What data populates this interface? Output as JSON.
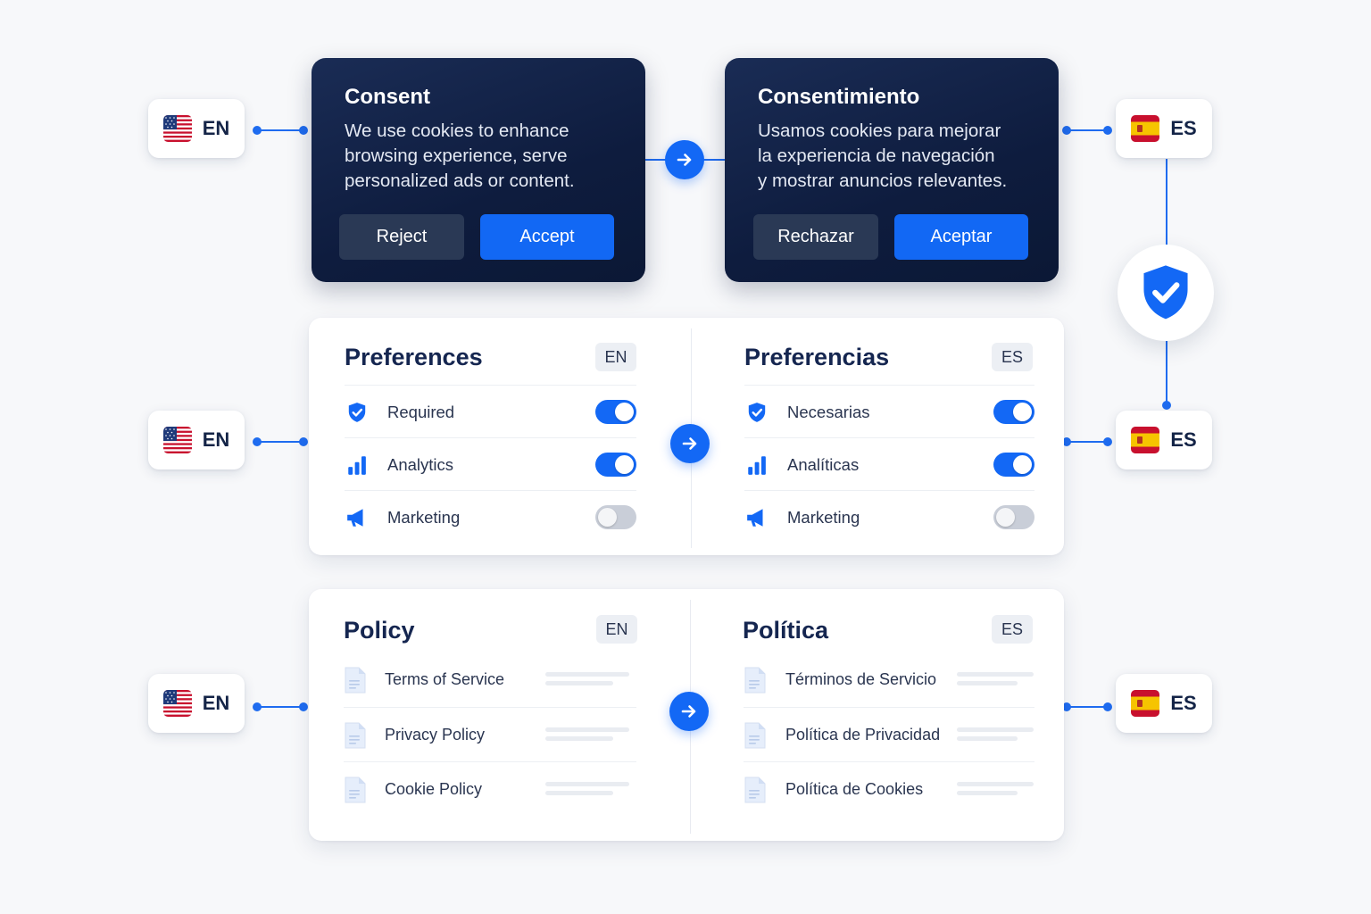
{
  "languages": {
    "en": "EN",
    "es": "ES"
  },
  "consent": {
    "en": {
      "title": "Consent",
      "lines": [
        "We use cookies to enhance",
        "browsing experience, serve",
        "personalized ads or content."
      ],
      "reject": "Reject",
      "accept": "Accept"
    },
    "es": {
      "title": "Consentimiento",
      "lines": [
        "Usamos cookies para mejorar",
        "la experiencia de navegación",
        "y mostrar anuncios relevantes."
      ],
      "reject": "Rechazar",
      "accept": "Aceptar"
    }
  },
  "preferences": {
    "en": {
      "title": "Preferences",
      "tag": "EN",
      "items": [
        {
          "label": "Required",
          "icon": "shield-check-icon",
          "enabled": true
        },
        {
          "label": "Analytics",
          "icon": "bar-chart-icon",
          "enabled": true
        },
        {
          "label": "Marketing",
          "icon": "megaphone-icon",
          "enabled": false
        }
      ]
    },
    "es": {
      "title": "Preferencias",
      "tag": "ES",
      "items": [
        {
          "label": "Necesarias",
          "icon": "shield-check-icon",
          "enabled": true
        },
        {
          "label": "Analíticas",
          "icon": "bar-chart-icon",
          "enabled": true
        },
        {
          "label": "Marketing",
          "icon": "megaphone-icon",
          "enabled": false
        }
      ]
    }
  },
  "policy": {
    "en": {
      "title": "Policy",
      "tag": "EN",
      "items": [
        "Terms of Service",
        "Privacy Policy",
        "Cookie Policy"
      ]
    },
    "es": {
      "title": "Política",
      "tag": "ES",
      "items": [
        "Términos de Servicio",
        "Política de Privacidad",
        "Política de Cookies"
      ]
    }
  },
  "colors": {
    "accent": "#1368f5",
    "dark_card": "#0e1c3e",
    "title": "#152650"
  },
  "icons": {
    "arrow": "arrow-right-icon",
    "verified": "shield-check-icon",
    "document": "document-icon",
    "flag_en": "us-flag-icon",
    "flag_es": "spain-flag-icon"
  }
}
